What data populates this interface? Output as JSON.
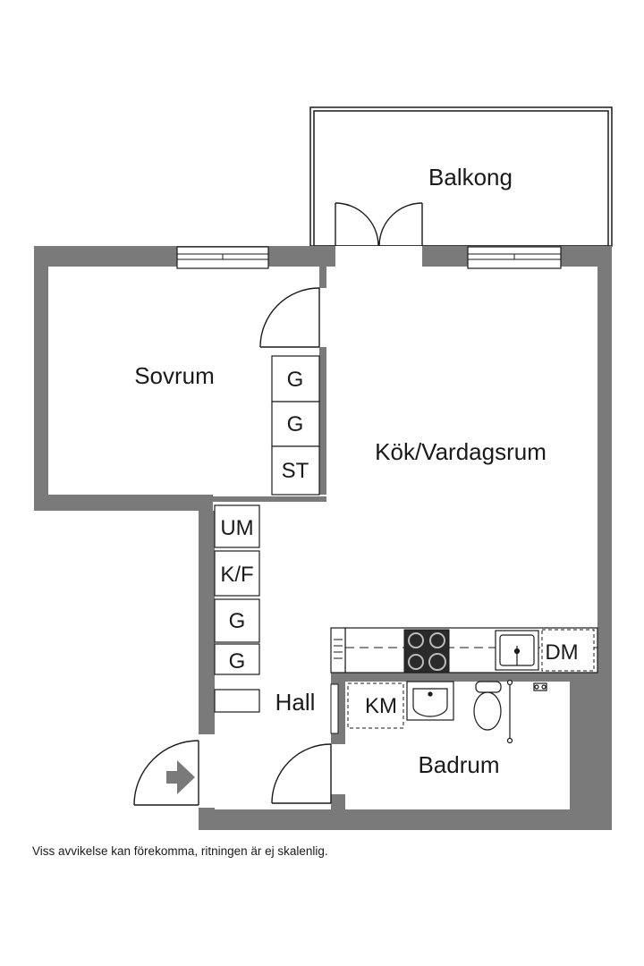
{
  "rooms": {
    "balkong": "Balkong",
    "sovrum": "Sovrum",
    "kok_vardagsrum": "Kök/Vardagsrum",
    "hall": "Hall",
    "badrum": "Badrum"
  },
  "closets": {
    "sovrum_1": "G",
    "sovrum_2": "G",
    "sovrum_3": "ST",
    "hall_1": "UM",
    "hall_2": "K/F",
    "hall_3": "G",
    "hall_4": "G"
  },
  "appliances": {
    "dishwasher": "DM",
    "washing_machine": "KM"
  },
  "footer": {
    "disclaimer": "Viss avvikelse kan förekomma, ritningen är ej skalenlig."
  },
  "colors": {
    "wall": "#7a7a7a",
    "line": "#1a1a1a",
    "background": "#ffffff"
  }
}
